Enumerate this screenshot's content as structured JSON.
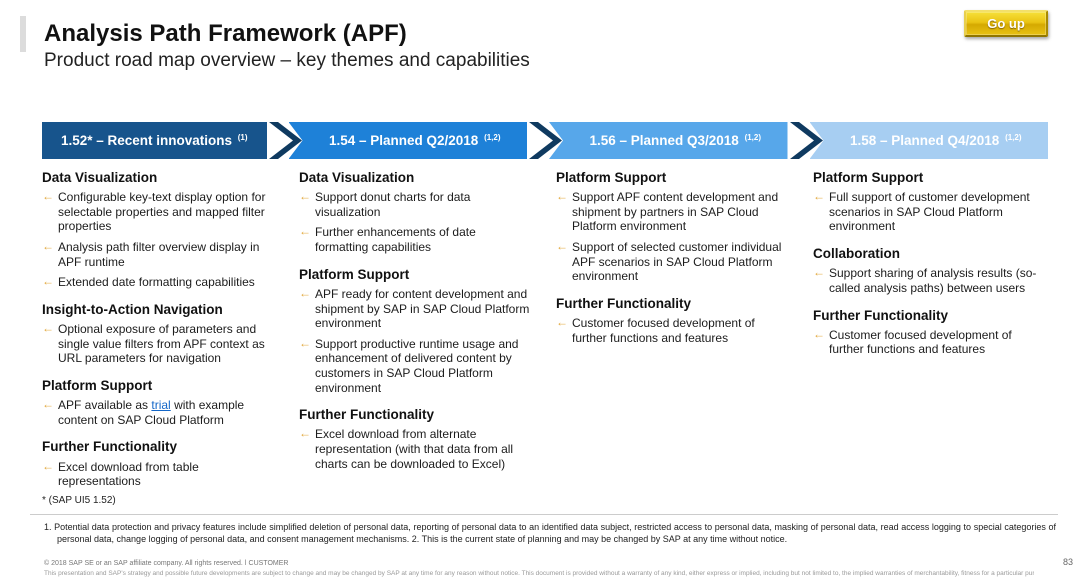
{
  "header": {
    "title": "Analysis Path Framework (APF)",
    "subtitle": "Product road map overview – key themes and capabilities",
    "go_up_label": "Go up"
  },
  "colors": {
    "bar1": "#17548C",
    "bar2": "#1E81D8",
    "bar3": "#57A7EA",
    "bar4": "#A7CEF2",
    "chevron": "#0F3A60",
    "bullet": "#E2A93E",
    "link": "#1467C8",
    "gold_button": "#E3BA05"
  },
  "roadmap": {
    "phases": [
      {
        "version": "1.52",
        "label": "1.52* – Recent innovations",
        "sup": "(1)"
      },
      {
        "version": "1.54",
        "label": "1.54 – Planned Q2/2018",
        "sup": "(1,2)"
      },
      {
        "version": "1.56",
        "label": "1.56 – Planned Q3/2018",
        "sup": "(1,2)"
      },
      {
        "version": "1.58",
        "label": "1.58 – Planned Q4/2018",
        "sup": "(1,2)"
      }
    ]
  },
  "columns": [
    {
      "sections": [
        {
          "heading": "Data Visualization",
          "bullets": [
            "Configurable key-text display option for selectable properties and mapped filter properties",
            "Analysis path filter overview display in APF runtime",
            "Extended date formatting capabilities"
          ]
        },
        {
          "heading": "Insight-to-Action Navigation",
          "bullets": [
            "Optional exposure of parameters and single value filters from APF context as URL parameters for navigation"
          ]
        },
        {
          "heading": "Platform Support",
          "bullets": [
            {
              "parts": [
                {
                  "text": "APF available as "
                },
                {
                  "link": "trial"
                },
                {
                  "text": " with example content on SAP Cloud Platform"
                }
              ]
            }
          ]
        },
        {
          "heading": "Further Functionality",
          "bullets": [
            "Excel download from table representations"
          ]
        }
      ],
      "footnote": "* (SAP UI5 1.52)"
    },
    {
      "sections": [
        {
          "heading": "Data Visualization",
          "bullets": [
            "Support donut charts for data visualization",
            "Further enhancements of date formatting capabilities"
          ]
        },
        {
          "heading": "Platform Support",
          "bullets": [
            "APF ready for content development and shipment by SAP in SAP Cloud Platform environment",
            "Support productive runtime usage and enhancement of delivered content by customers in SAP Cloud Platform environment"
          ]
        },
        {
          "heading": "Further Functionality",
          "bullets": [
            "Excel download from alternate representation (with that data from all charts can be downloaded to Excel)"
          ]
        }
      ]
    },
    {
      "sections": [
        {
          "heading": "Platform Support",
          "bullets": [
            "Support APF content development and shipment by partners in SAP Cloud Platform environment",
            "Support of selected customer individual APF scenarios in SAP Cloud Platform environment"
          ]
        },
        {
          "heading": "Further Functionality",
          "bullets": [
            "Customer focused development of further functions and features"
          ]
        }
      ]
    },
    {
      "sections": [
        {
          "heading": "Platform Support",
          "bullets": [
            "Full support of customer development scenarios in SAP Cloud Platform environment"
          ]
        },
        {
          "heading": "Collaboration",
          "bullets": [
            "Support sharing of analysis results (so-called analysis paths) between users"
          ]
        },
        {
          "heading": "Further Functionality",
          "bullets": [
            "Customer focused development of further functions and features"
          ]
        }
      ]
    }
  ],
  "footnotes": {
    "text": "1. Potential data protection and privacy features include simplified deletion of personal data, reporting of personal data to an identified data subject, restricted access to personal data, masking of personal data, read access logging to special categories of personal data, change logging of personal data, and consent management mechanisms.  2. This is the current state of planning and may be changed by SAP at any time without notice."
  },
  "footer": {
    "copyright": "© 2018 SAP SE or an SAP affiliate company. All rights reserved.  ǀ  CUSTOMER",
    "disclaimer": "This presentation and SAP's strategy and possible future developments are subject to change and may be changed by SAP at any time for any reason without notice. This document is provided without a warranty of any kind, either express or implied, including but not limited to, the implied warranties of merchantability, fitness for a particular purpose, or non-infringement",
    "page_number": "83"
  }
}
